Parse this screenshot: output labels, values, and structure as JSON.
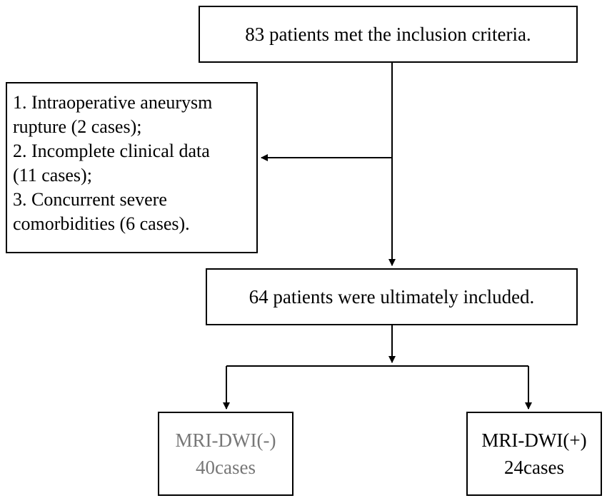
{
  "flowchart": {
    "top_box": "83 patients met the inclusion criteria.",
    "exclusion_lines": [
      "1. Intraoperative aneurysm",
      "rupture (2 cases);",
      "2. Incomplete clinical data",
      "(11 cases);",
      "3. Concurrent severe",
      "comorbidities (6 cases)."
    ],
    "included_box": "64 patients were ultimately included.",
    "negative_group": {
      "label": "MRI-DWI(-)",
      "count": "40cases",
      "text_color": "#777777"
    },
    "positive_group": {
      "label": "MRI-DWI(+)",
      "count": "24cases",
      "text_color": "#000000"
    }
  },
  "colors": {
    "line": "#000000",
    "background": "#ffffff"
  }
}
